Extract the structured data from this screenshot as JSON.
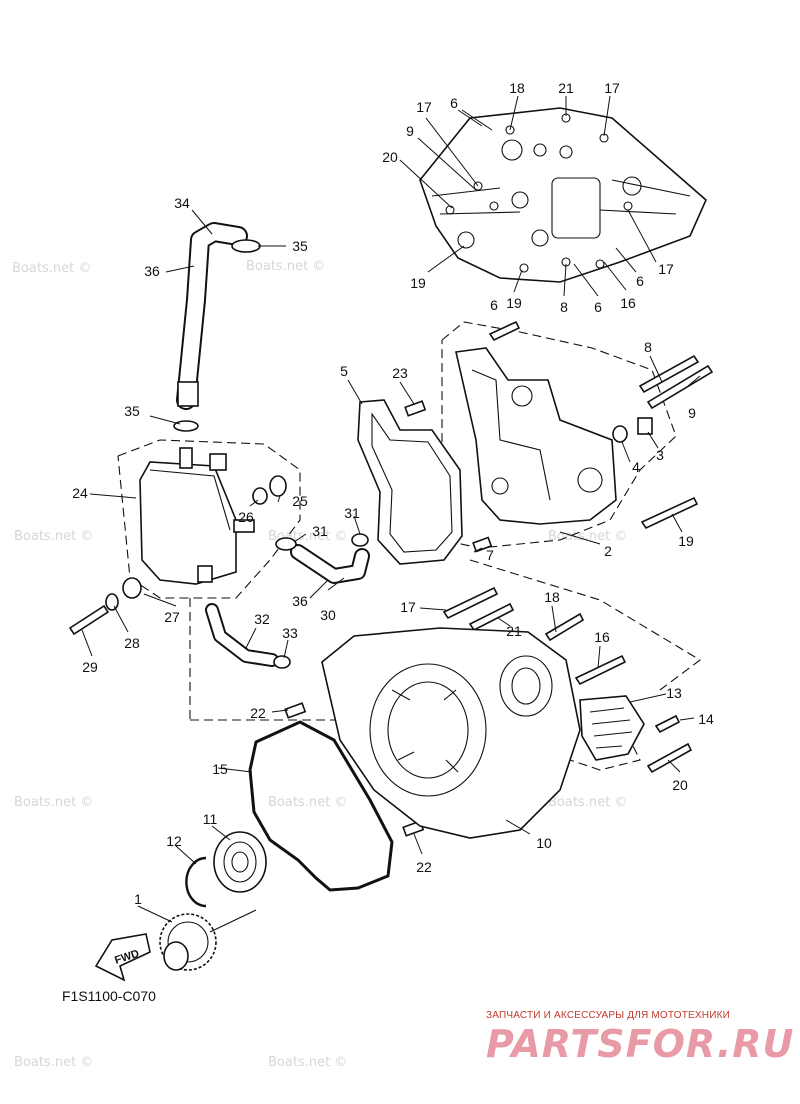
{
  "diagram_code": "F1S1100-C070",
  "watermark_text": "Boats.net ©",
  "fwd_label": "FWD",
  "banner_text": "ЗАПЧАСТИ И АКСЕССУАРЫ ДЛЯ МОТОТЕХНИКИ",
  "brand_text": "PARTSFOR.RU",
  "colors": {
    "line": "#111111",
    "watermark": "#d6d6d6",
    "brand": "#e89aa6",
    "banner": "#c0392b"
  },
  "callouts": [
    {
      "label": "18"
    },
    {
      "label": "21"
    },
    {
      "label": "17"
    },
    {
      "label": "6"
    },
    {
      "label": "17"
    },
    {
      "label": "9"
    },
    {
      "label": "20"
    },
    {
      "label": "19"
    },
    {
      "label": "19"
    },
    {
      "label": "8"
    },
    {
      "label": "6"
    },
    {
      "label": "16"
    },
    {
      "label": "6"
    },
    {
      "label": "17"
    },
    {
      "label": "34"
    },
    {
      "label": "35"
    },
    {
      "label": "36"
    },
    {
      "label": "6"
    },
    {
      "label": "8"
    },
    {
      "label": "9"
    },
    {
      "label": "5"
    },
    {
      "label": "23"
    },
    {
      "label": "35"
    },
    {
      "label": "4"
    },
    {
      "label": "3"
    },
    {
      "label": "24"
    },
    {
      "label": "25"
    },
    {
      "label": "26"
    },
    {
      "label": "31"
    },
    {
      "label": "31"
    },
    {
      "label": "19"
    },
    {
      "label": "2"
    },
    {
      "label": "7"
    },
    {
      "label": "36"
    },
    {
      "label": "30"
    },
    {
      "label": "27"
    },
    {
      "label": "28"
    },
    {
      "label": "29"
    },
    {
      "label": "32"
    },
    {
      "label": "33"
    },
    {
      "label": "17"
    },
    {
      "label": "18"
    },
    {
      "label": "21"
    },
    {
      "label": "16"
    },
    {
      "label": "13"
    },
    {
      "label": "14"
    },
    {
      "label": "22"
    },
    {
      "label": "15"
    },
    {
      "label": "20"
    },
    {
      "label": "10"
    },
    {
      "label": "11"
    },
    {
      "label": "12"
    },
    {
      "label": "22"
    },
    {
      "label": "1"
    }
  ]
}
